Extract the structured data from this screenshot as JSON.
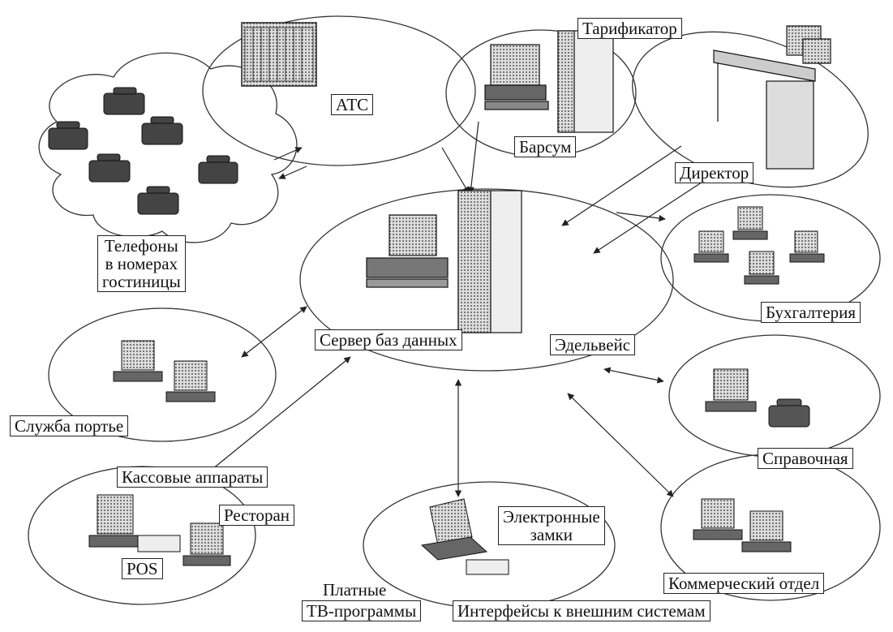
{
  "labels": {
    "atc": "АТС",
    "tarifikator": "Тарификатор",
    "barsum": "Барсум",
    "direktor": "Директор",
    "telefony": "Телефоны\nв номерах\nгостиницы",
    "server": "Сервер баз данных",
    "edelveis": "Эдельвейс",
    "buhgalteria": "Бухгалтерия",
    "sluzhba_portie": "Служба портье",
    "spravochnaya": "Справочная",
    "kassovye": "Кассовые аппараты",
    "restoran": "Ресторан",
    "pos": "POS",
    "zamki": "Электронные\nзамки",
    "kommercheskiy": "Коммерческий отдел",
    "tv_top": "Платные",
    "tv_bottom": "ТВ-программы",
    "interfeisy": "Интерфейсы к внешним системам"
  }
}
